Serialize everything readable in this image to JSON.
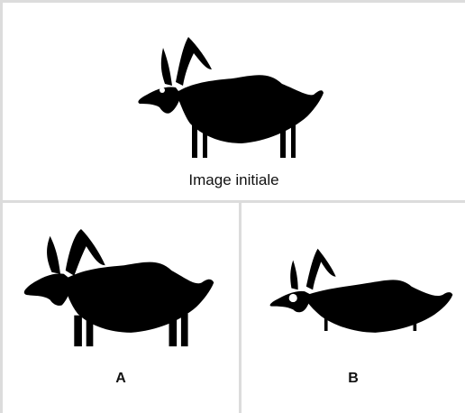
{
  "top_panel": {
    "caption": "Image initiale",
    "image": "goat-silhouette-original"
  },
  "panel_a": {
    "caption": "A",
    "image": "goat-silhouette-enlarged"
  },
  "panel_b": {
    "caption": "B",
    "image": "goat-silhouette-flattened"
  },
  "colors": {
    "silhouette": "#000000",
    "border": "#dcdcdc",
    "background": "#ffffff"
  }
}
